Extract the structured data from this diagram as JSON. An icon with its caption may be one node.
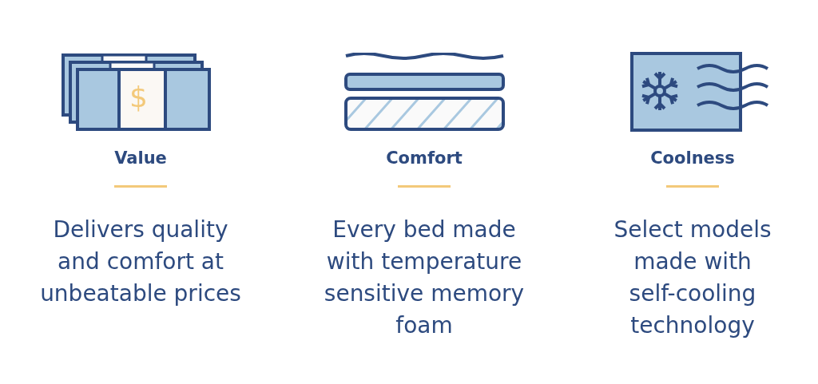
{
  "diagram": {
    "labels": [
      "$",
      "Value",
      "Delivers quality and comfort at unbeatable prices",
      "Comfort",
      "Every bed made with temperature sensitive memory foam",
      "Coolness",
      "Select models made with self-cooling technology"
    ]
  }
}
